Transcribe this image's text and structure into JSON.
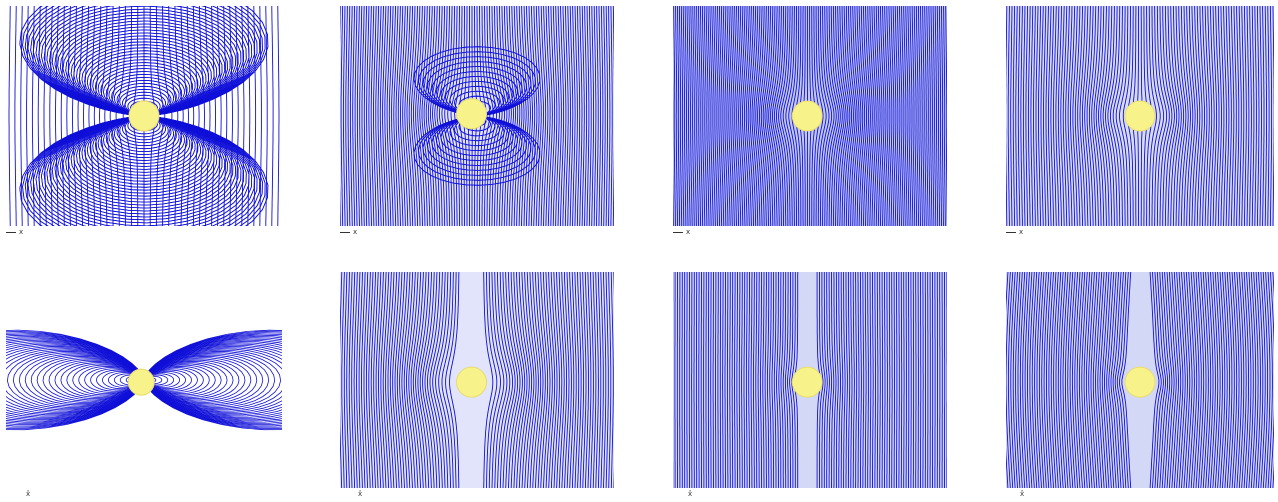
{
  "colors": {
    "field": "#1010d8",
    "wash": "#a9b2f0",
    "sphere": "#f8f28a",
    "sphere_edge": "#e8dd6a"
  },
  "panels": [
    {
      "row": 0,
      "col": 0,
      "kind": "dipole-horizontal",
      "legend": "x"
    },
    {
      "row": 0,
      "col": 1,
      "kind": "dipole-horizontal-weak",
      "legend": "x"
    },
    {
      "row": 0,
      "col": 2,
      "kind": "moire",
      "legend": "x"
    },
    {
      "row": 0,
      "col": 3,
      "kind": "moire-sparse",
      "legend": "x"
    },
    {
      "row": 1,
      "col": 0,
      "kind": "dipole-vertical",
      "legend": "x̂"
    },
    {
      "row": 1,
      "col": 1,
      "kind": "vertical-flow-sphere",
      "legend": "x̂"
    },
    {
      "row": 1,
      "col": 2,
      "kind": "vertical-flow-gap",
      "legend": "x̂"
    },
    {
      "row": 1,
      "col": 3,
      "kind": "vertical-flow-gap-curved",
      "legend": "x̂"
    }
  ]
}
